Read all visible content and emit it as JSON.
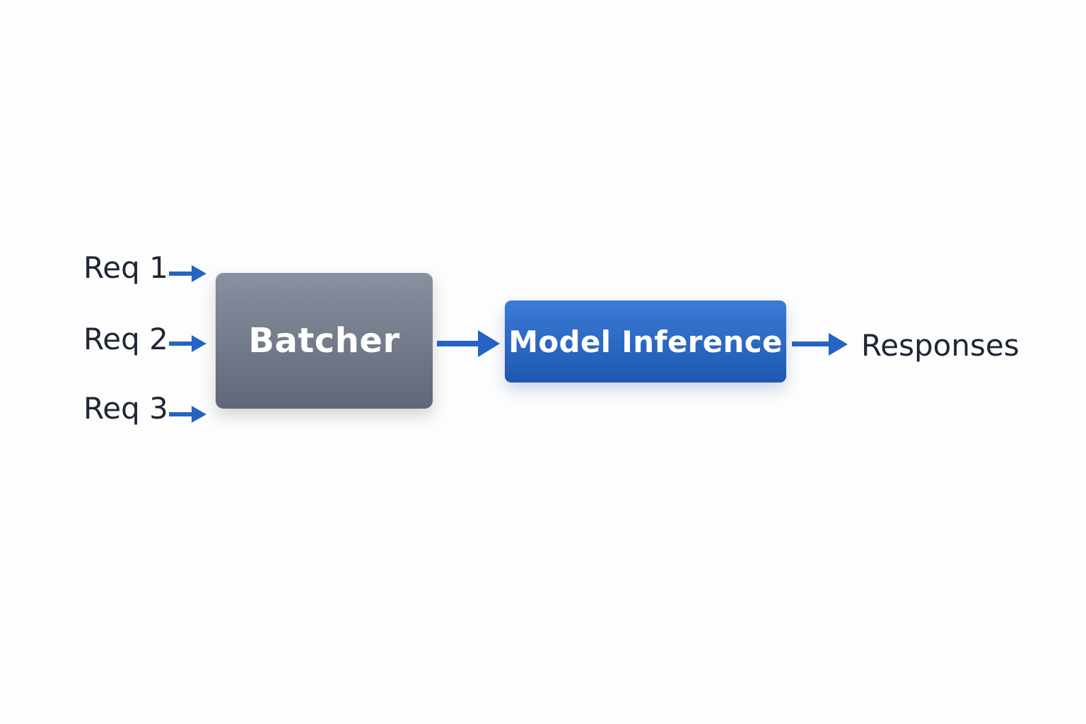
{
  "inputs": [
    {
      "label": "Req 1"
    },
    {
      "label": "Req 2"
    },
    {
      "label": "Req 3"
    }
  ],
  "batcher": {
    "label": "Batcher"
  },
  "model": {
    "label": "Model Inference"
  },
  "output": {
    "label": "Responses"
  },
  "colors": {
    "arrow": "#2563c4",
    "batcher_top": "#8991a0",
    "batcher_bottom": "#5f6778",
    "model_top": "#3b7bd6",
    "model_bottom": "#1d58b0",
    "text_dark": "#1e2635",
    "text_light": "#ffffff",
    "background": "#fdfdfd"
  }
}
